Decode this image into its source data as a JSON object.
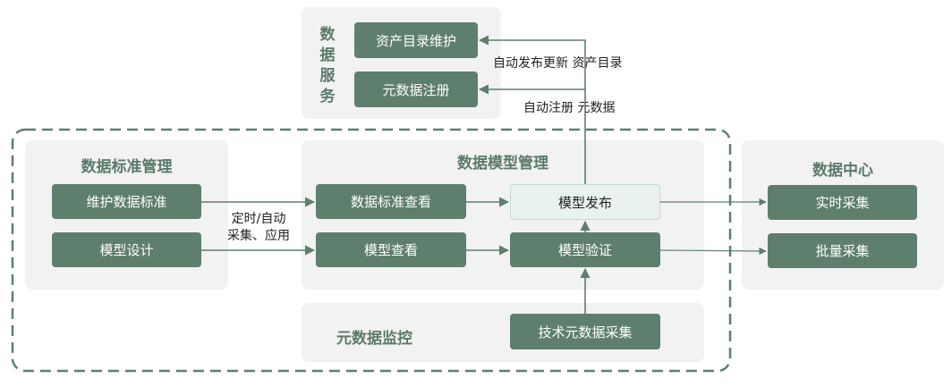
{
  "colors": {
    "box_fill": "#5e7f6d",
    "box_text": "#ffffff",
    "highlight_fill": "#e9f2ef",
    "panel_fill": "#f2f2f2",
    "title_text": "#5b7a6a",
    "arrow": "#5e7f6d",
    "dashed_border": "#5e7f6d"
  },
  "data_service": {
    "title": "数据服务",
    "asset_catalog_maintenance": "资产目录维护",
    "metadata_registration": "元数据注册"
  },
  "data_standard_management": {
    "title": "数据标准管理",
    "maintain_data_standard": "维护数据标准",
    "model_design": "模型设计"
  },
  "data_model_management": {
    "title": "数据模型管理",
    "data_standard_view": "数据标准查看",
    "model_view": "模型查看",
    "model_publish": "模型发布",
    "model_validation": "模型验证"
  },
  "metadata_monitoring": {
    "title": "元数据监控",
    "technical_metadata_collection": "技术元数据采集"
  },
  "data_center": {
    "title": "数据中心",
    "realtime_collection": "实时采集",
    "batch_collection": "批量采集"
  },
  "edge_labels": {
    "auto_publish_update_catalog": "自动发布更新 资产目录",
    "auto_register_metadata": "自动注册 元数据",
    "scheduled_auto_line1": "定时/自动",
    "scheduled_auto_line2": "采集、应用"
  }
}
